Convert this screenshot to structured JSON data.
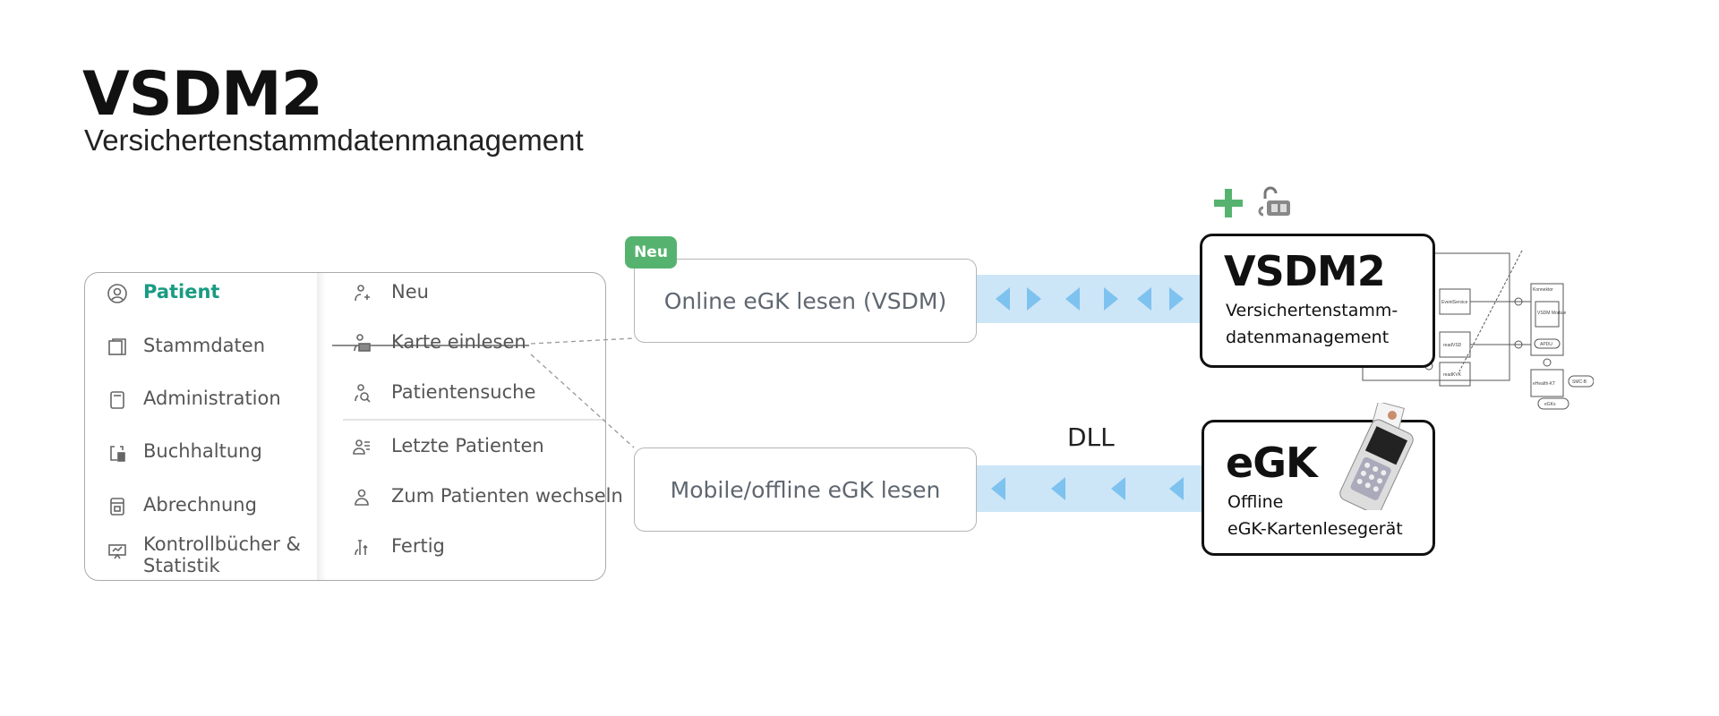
{
  "header": {
    "title": "VSDM2",
    "subtitle": "Versichertenstammdatenmanagement"
  },
  "menu": {
    "left": [
      {
        "label": "Patient",
        "icon": "user-circle-icon",
        "active": true
      },
      {
        "label": "Stammdaten",
        "icon": "folders-icon"
      },
      {
        "label": "Administration",
        "icon": "notebook-icon"
      },
      {
        "label": "Buchhaltung",
        "icon": "clipboard-calculator-icon"
      },
      {
        "label": "Abrechnung",
        "icon": "invoice-icon"
      },
      {
        "label": "Kontrollbücher & Statistik",
        "icon": "presentation-chart-icon"
      }
    ],
    "right": [
      {
        "label": "Neu",
        "icon": "user-plus-icon"
      },
      {
        "label": "Karte einlesen",
        "icon": "user-card-icon",
        "struck": true
      },
      {
        "label": "Patientensuche",
        "icon": "user-search-icon"
      },
      {
        "label": "Letzte Patienten",
        "icon": "user-list-icon"
      },
      {
        "label": "Zum Patienten wechseln",
        "icon": "user-icon"
      },
      {
        "label": "Fertig",
        "icon": "user-done-icon"
      }
    ]
  },
  "flows": {
    "online": {
      "label": "Online eGK lesen (VSDM)",
      "badge": "Neu"
    },
    "offline": {
      "label": "Mobile/offline eGK lesen",
      "connector": "DLL"
    }
  },
  "targets": {
    "vsdm": {
      "title": "VSDM2",
      "line1": "Versichertenstamm-",
      "line2": "datenmanagement",
      "icons": [
        "plus-icon",
        "card-unlock-icon"
      ]
    },
    "egk": {
      "title": "eGK",
      "line1": "Offline",
      "line2": "eGK-Kartenlesegerät"
    }
  },
  "diagram": {
    "labels": [
      "EventService",
      "readVSD",
      "readKVK",
      "Konnektor",
      "VSDM Module",
      "APDU",
      "eHealth-KT",
      "SMC-B",
      "eGKs"
    ]
  },
  "colors": {
    "accent": "#1a9b83",
    "badge": "#56b36f",
    "band": "#cce6f7",
    "arrow": "#7ec2ef"
  }
}
